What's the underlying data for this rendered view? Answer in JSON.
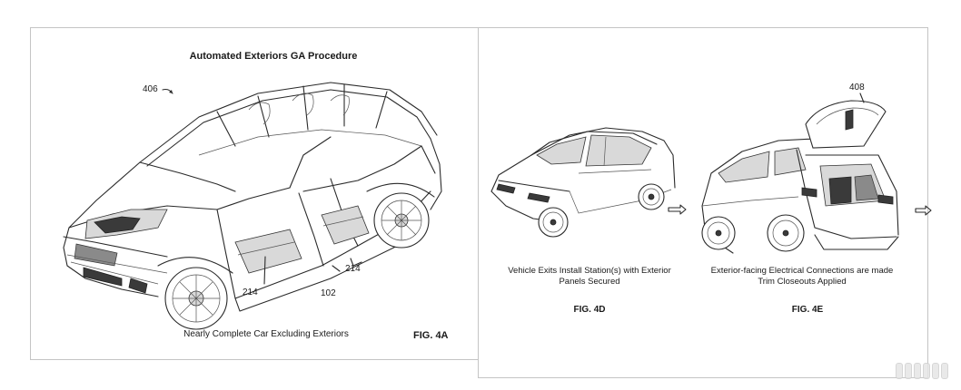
{
  "fig_a": {
    "title": "Automated Exteriors GA Procedure",
    "ref_main": "406",
    "ref_door_left": "214",
    "ref_door_right": "214",
    "ref_body": "102",
    "caption": "Nearly Complete Car Excluding Exteriors",
    "fig_label": "FIG. 4A"
  },
  "fig_d": {
    "caption_line1": "Vehicle Exits Install Station(s) with Exterior",
    "caption_line2": "Panels Secured",
    "fig_label": "FIG. 4D"
  },
  "fig_e": {
    "ref_trunk": "408",
    "caption_line1": "Exterior-facing Electrical Connections are made",
    "caption_line2": "Trim Closeouts Applied",
    "fig_label": "FIG. 4E"
  },
  "colors": {
    "panel_border": "#c4c4c4",
    "line_art": "#2a2a2a"
  }
}
